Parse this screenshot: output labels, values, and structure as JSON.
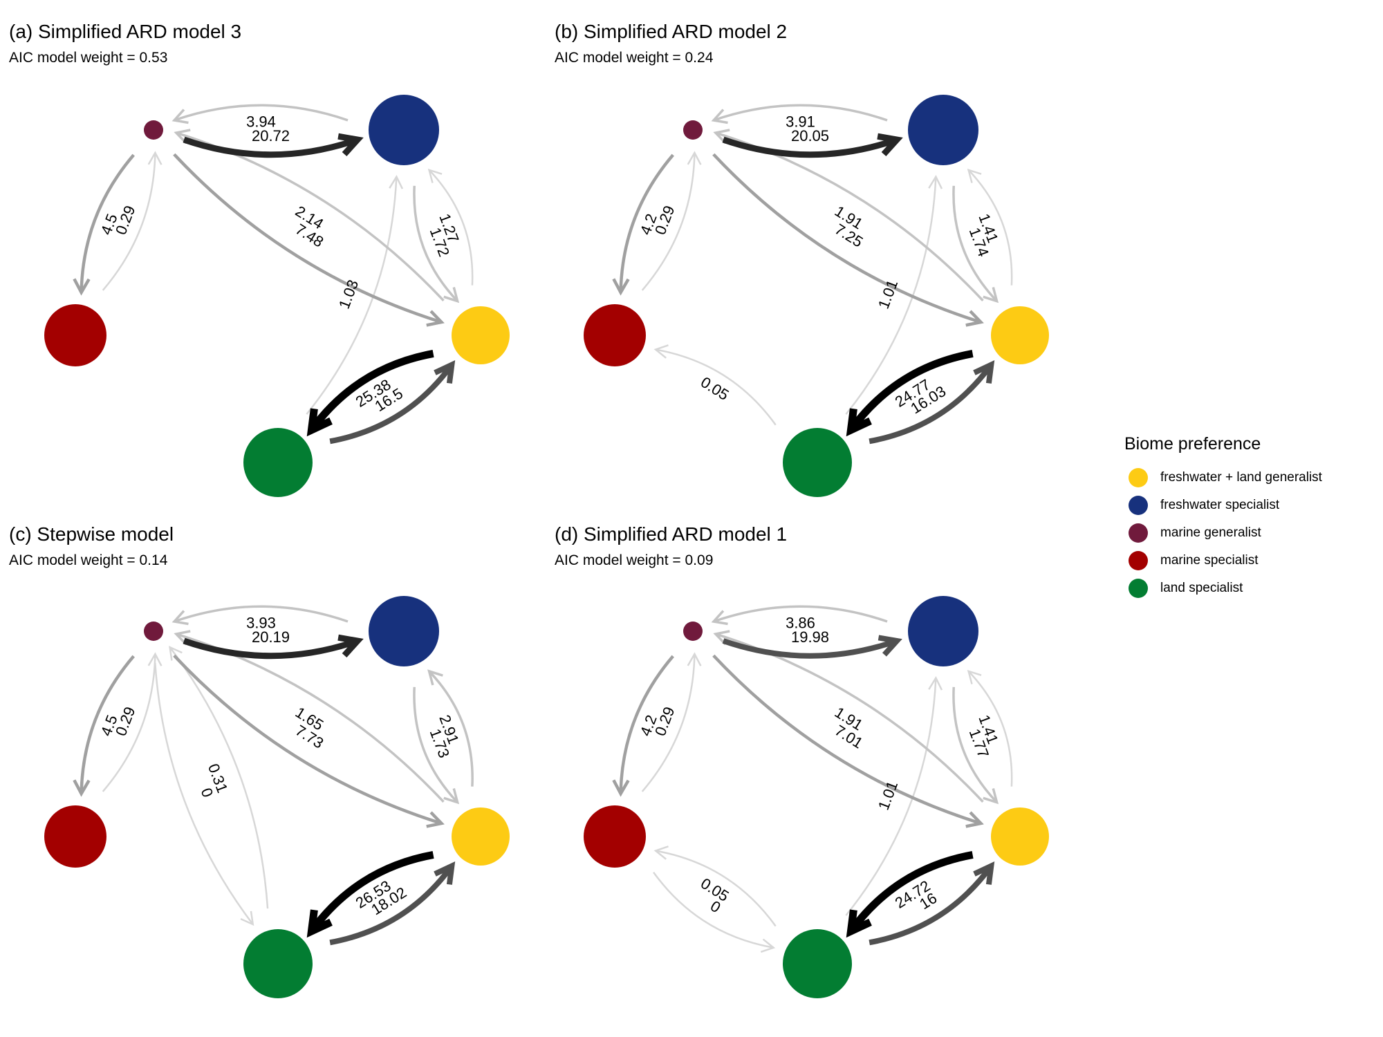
{
  "legend": {
    "title": "Biome preference",
    "items": [
      {
        "key": "FLG",
        "label": "freshwater + land generalist",
        "color": "#FDCB14"
      },
      {
        "key": "FS",
        "label": "freshwater specialist",
        "color": "#17317D"
      },
      {
        "key": "MG",
        "label": "marine generalist",
        "color": "#701A3C"
      },
      {
        "key": "MS",
        "label": "marine specialist",
        "color": "#A30000"
      },
      {
        "key": "LS",
        "label": "land specialist",
        "color": "#037D32"
      }
    ]
  },
  "chart_data": [
    {
      "type": "network",
      "id": "a",
      "title": "(a) Simplified ARD model 3",
      "subtitle": "AIC model weight = 0.53",
      "aic_weight": 0.53,
      "node_relative_size": {
        "MG": "small",
        "FS": "large",
        "MS": "large",
        "FLG": "large",
        "LS": "large"
      },
      "edges": [
        {
          "from": "MG",
          "to": "FS",
          "rate": 20.72
        },
        {
          "from": "FS",
          "to": "MG",
          "rate": 3.94
        },
        {
          "from": "MG",
          "to": "MS",
          "rate": 4.5
        },
        {
          "from": "MS",
          "to": "MG",
          "rate": 0.29
        },
        {
          "from": "MG",
          "to": "FLG",
          "rate": 7.48
        },
        {
          "from": "FLG",
          "to": "MG",
          "rate": 2.14
        },
        {
          "from": "FS",
          "to": "FLG",
          "rate": 1.72
        },
        {
          "from": "FLG",
          "to": "FS",
          "rate": 1.27
        },
        {
          "from": "LS",
          "to": "FS",
          "rate": 1.03
        },
        {
          "from": "FLG",
          "to": "LS",
          "rate": 25.38
        },
        {
          "from": "LS",
          "to": "FLG",
          "rate": 16.5
        }
      ]
    },
    {
      "type": "network",
      "id": "b",
      "title": "(b) Simplified ARD model 2",
      "subtitle": "AIC model weight = 0.24",
      "aic_weight": 0.24,
      "edges": [
        {
          "from": "MG",
          "to": "FS",
          "rate": 20.05
        },
        {
          "from": "FS",
          "to": "MG",
          "rate": 3.91
        },
        {
          "from": "MG",
          "to": "MS",
          "rate": 4.2
        },
        {
          "from": "MS",
          "to": "MG",
          "rate": 0.29
        },
        {
          "from": "MG",
          "to": "FLG",
          "rate": 7.25
        },
        {
          "from": "FLG",
          "to": "MG",
          "rate": 1.91
        },
        {
          "from": "FS",
          "to": "FLG",
          "rate": 1.74
        },
        {
          "from": "FLG",
          "to": "FS",
          "rate": 1.41
        },
        {
          "from": "LS",
          "to": "FS",
          "rate": 1.01
        },
        {
          "from": "LS",
          "to": "MS",
          "rate": 0.05
        },
        {
          "from": "FLG",
          "to": "LS",
          "rate": 24.77
        },
        {
          "from": "LS",
          "to": "FLG",
          "rate": 16.03
        }
      ]
    },
    {
      "type": "network",
      "id": "c",
      "title": "(c) Stepwise model",
      "subtitle": "AIC model weight = 0.14",
      "aic_weight": 0.14,
      "edges": [
        {
          "from": "MG",
          "to": "FS",
          "rate": 20.19
        },
        {
          "from": "FS",
          "to": "MG",
          "rate": 3.93
        },
        {
          "from": "MG",
          "to": "MS",
          "rate": 4.5
        },
        {
          "from": "MS",
          "to": "MG",
          "rate": 0.29
        },
        {
          "from": "MG",
          "to": "FLG",
          "rate": 7.73
        },
        {
          "from": "FLG",
          "to": "MG",
          "rate": 1.65
        },
        {
          "from": "FS",
          "to": "FLG",
          "rate": 1.73
        },
        {
          "from": "FLG",
          "to": "FS",
          "rate": 2.91
        },
        {
          "from": "MG",
          "to": "LS",
          "rate": 0
        },
        {
          "from": "LS",
          "to": "MG",
          "rate": 0.31
        },
        {
          "from": "FLG",
          "to": "LS",
          "rate": 26.53
        },
        {
          "from": "LS",
          "to": "FLG",
          "rate": 18.02
        }
      ]
    },
    {
      "type": "network",
      "id": "d",
      "title": "(d) Simplified ARD model 1",
      "subtitle": "AIC model weight = 0.09",
      "aic_weight": 0.09,
      "edges": [
        {
          "from": "MG",
          "to": "FS",
          "rate": 19.98
        },
        {
          "from": "FS",
          "to": "MG",
          "rate": 3.86
        },
        {
          "from": "MG",
          "to": "MS",
          "rate": 4.2
        },
        {
          "from": "MS",
          "to": "MG",
          "rate": 0.29
        },
        {
          "from": "MG",
          "to": "FLG",
          "rate": 7.01
        },
        {
          "from": "FLG",
          "to": "MG",
          "rate": 1.91
        },
        {
          "from": "FS",
          "to": "FLG",
          "rate": 1.77
        },
        {
          "from": "FLG",
          "to": "FS",
          "rate": 1.41
        },
        {
          "from": "LS",
          "to": "FS",
          "rate": 1.01
        },
        {
          "from": "LS",
          "to": "MS",
          "rate": 0.05
        },
        {
          "from": "MS",
          "to": "LS",
          "rate": 0
        },
        {
          "from": "FLG",
          "to": "LS",
          "rate": 24.72
        },
        {
          "from": "LS",
          "to": "FLG",
          "rate": 16
        }
      ]
    }
  ]
}
